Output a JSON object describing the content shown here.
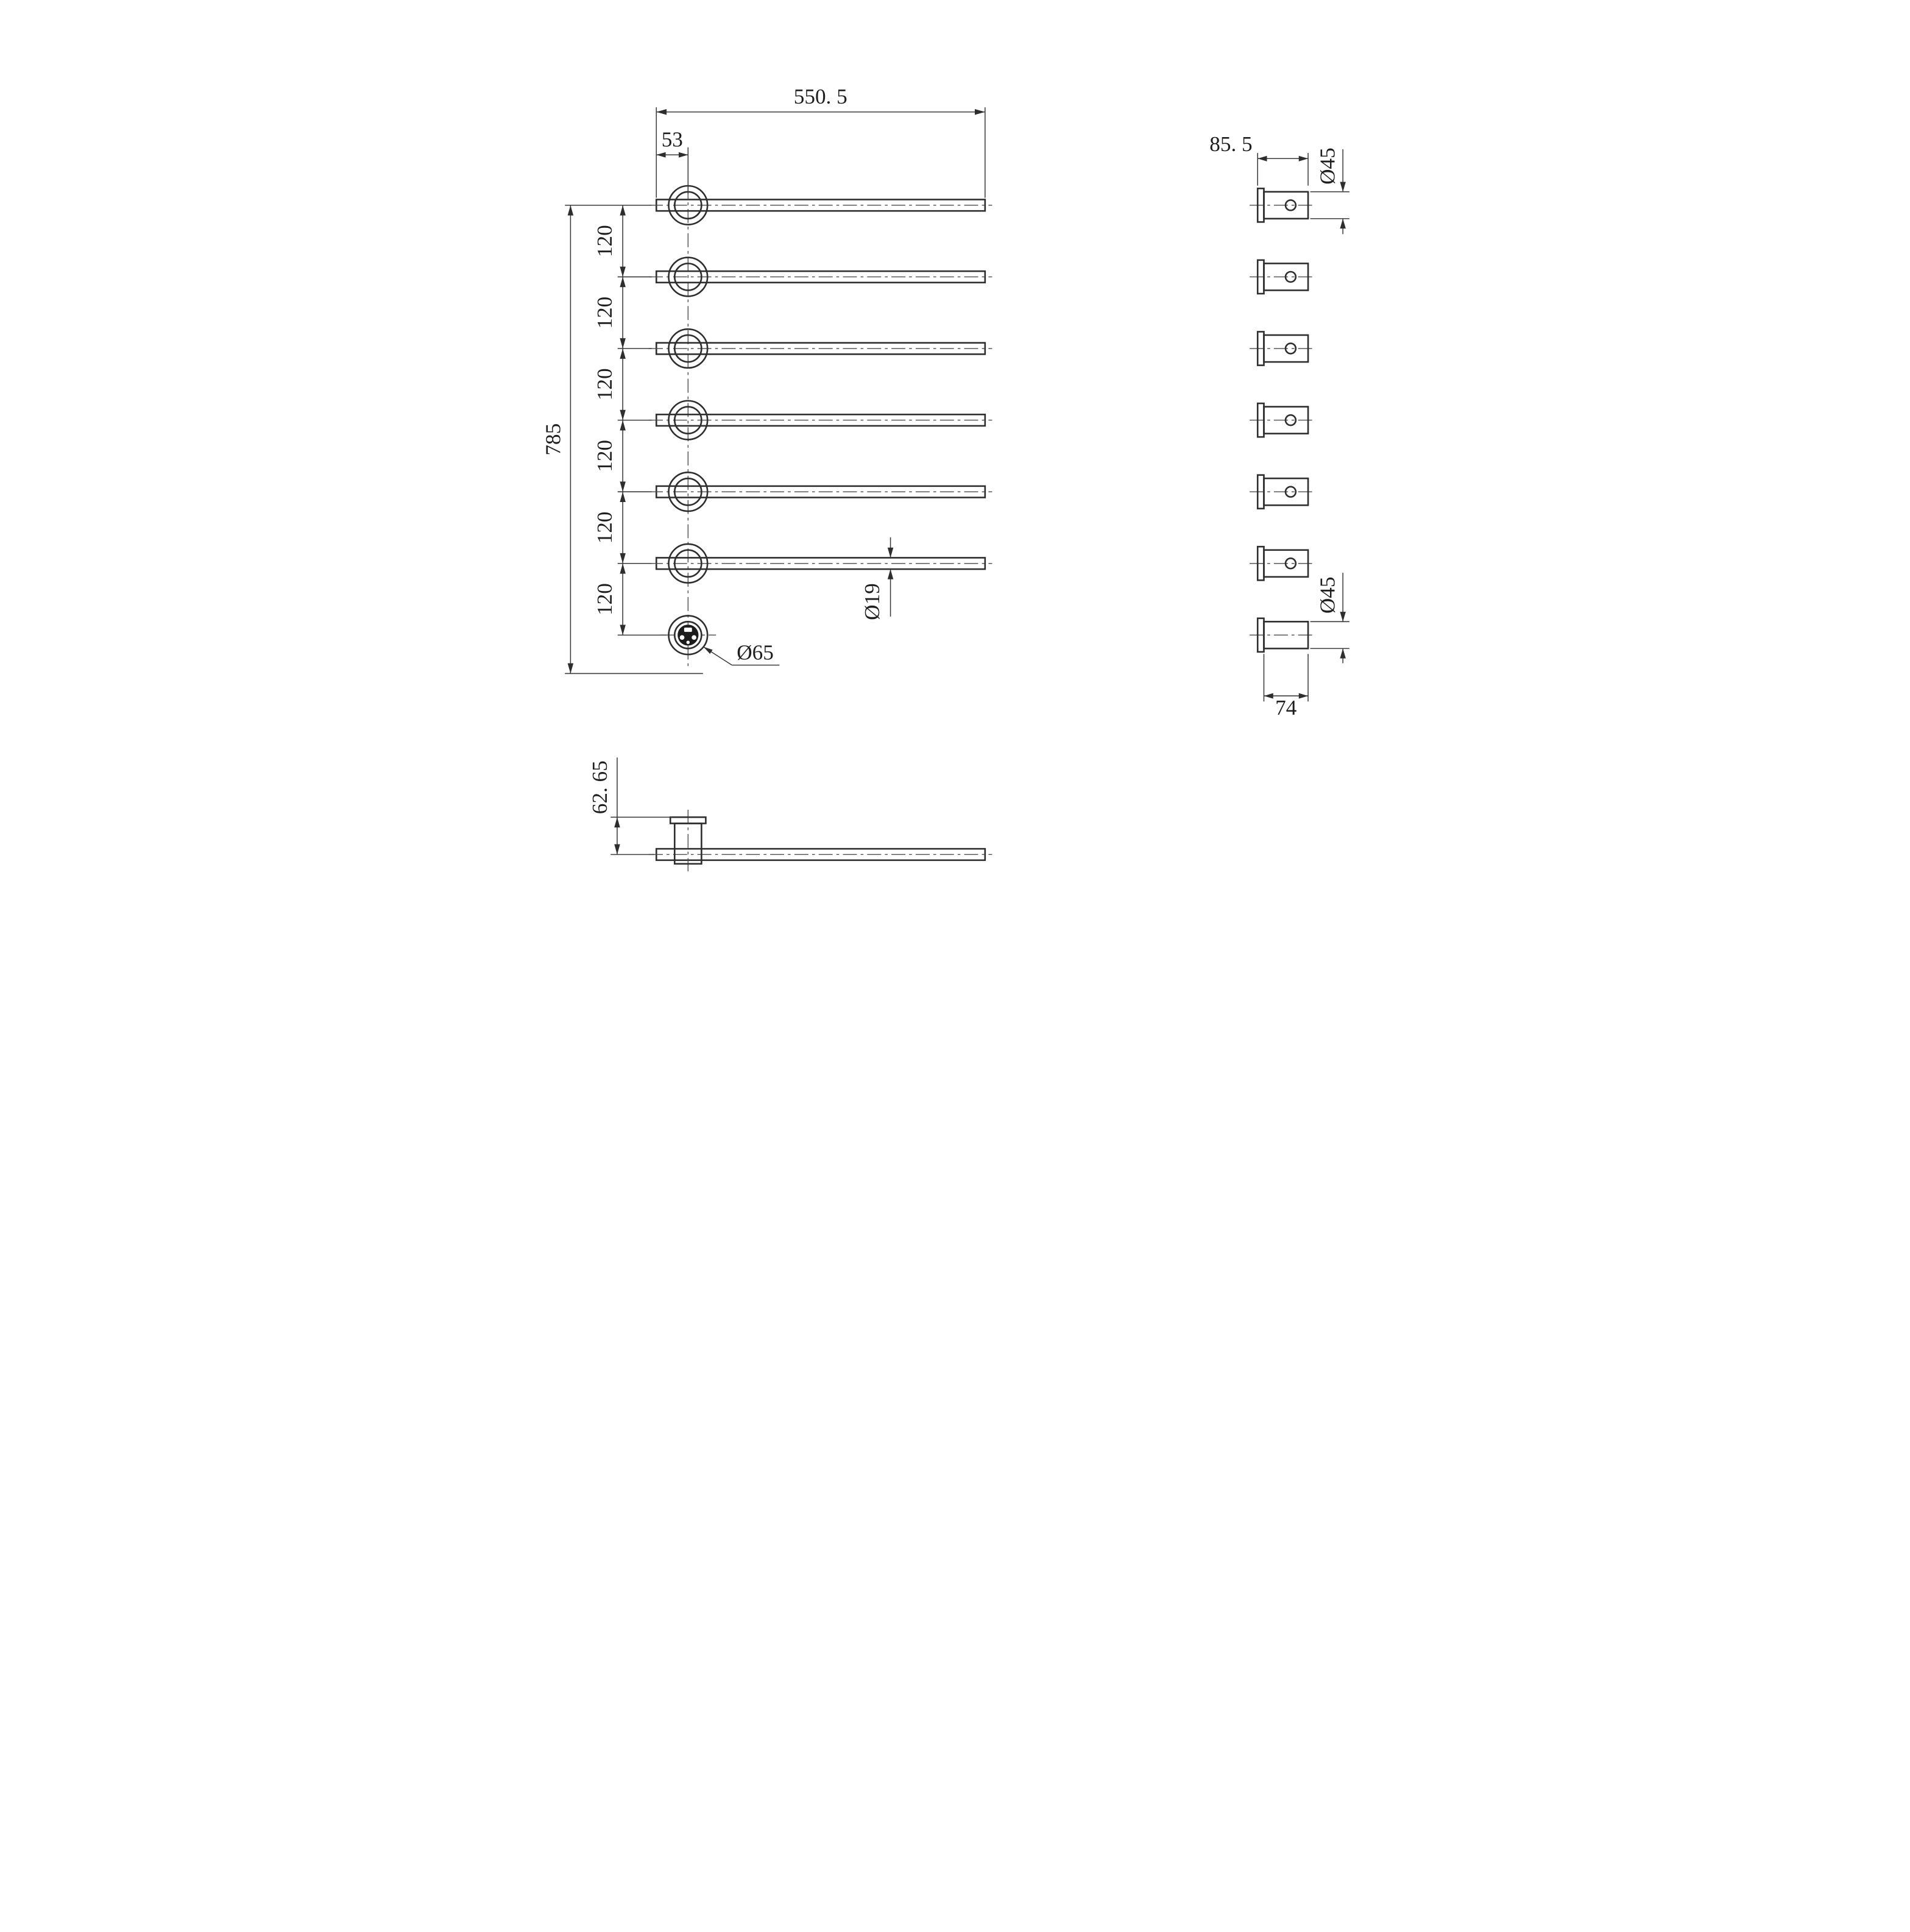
{
  "colors": {
    "background": "#ffffff",
    "line": "#2e2e2e"
  },
  "front_view": {
    "dim_bar_length": "550. 5",
    "dim_offset": "53",
    "dim_total_height": "785",
    "dim_spacing_labels": [
      "120",
      "120",
      "120",
      "120",
      "120",
      "120"
    ],
    "dim_bar_diameter": "Ø19",
    "dim_connector_diameter": "Ø65"
  },
  "side_view": {
    "dim_width": "85. 5",
    "dim_mount_diameter_top": "Ø45",
    "dim_mount_diameter_bottom": "Ø45",
    "dim_body_width": "74"
  },
  "bottom_view": {
    "dim_flange_height": "62. 65"
  }
}
